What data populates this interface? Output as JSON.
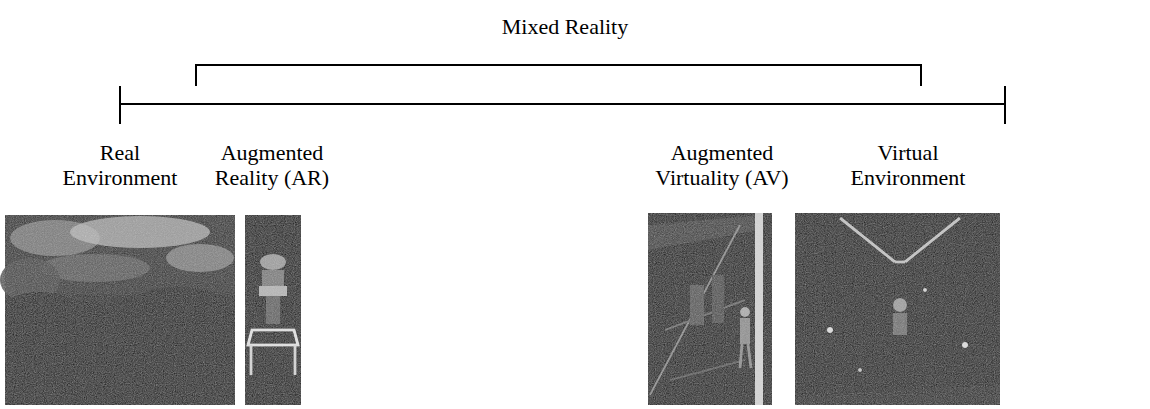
{
  "diagram": {
    "labels": [
      "Mixed Reality",
      "Real Environment",
      "Augmented Reality (AR)",
      "Augmented Virtuality (AV)",
      "Virtual Environment"
    ]
  }
}
